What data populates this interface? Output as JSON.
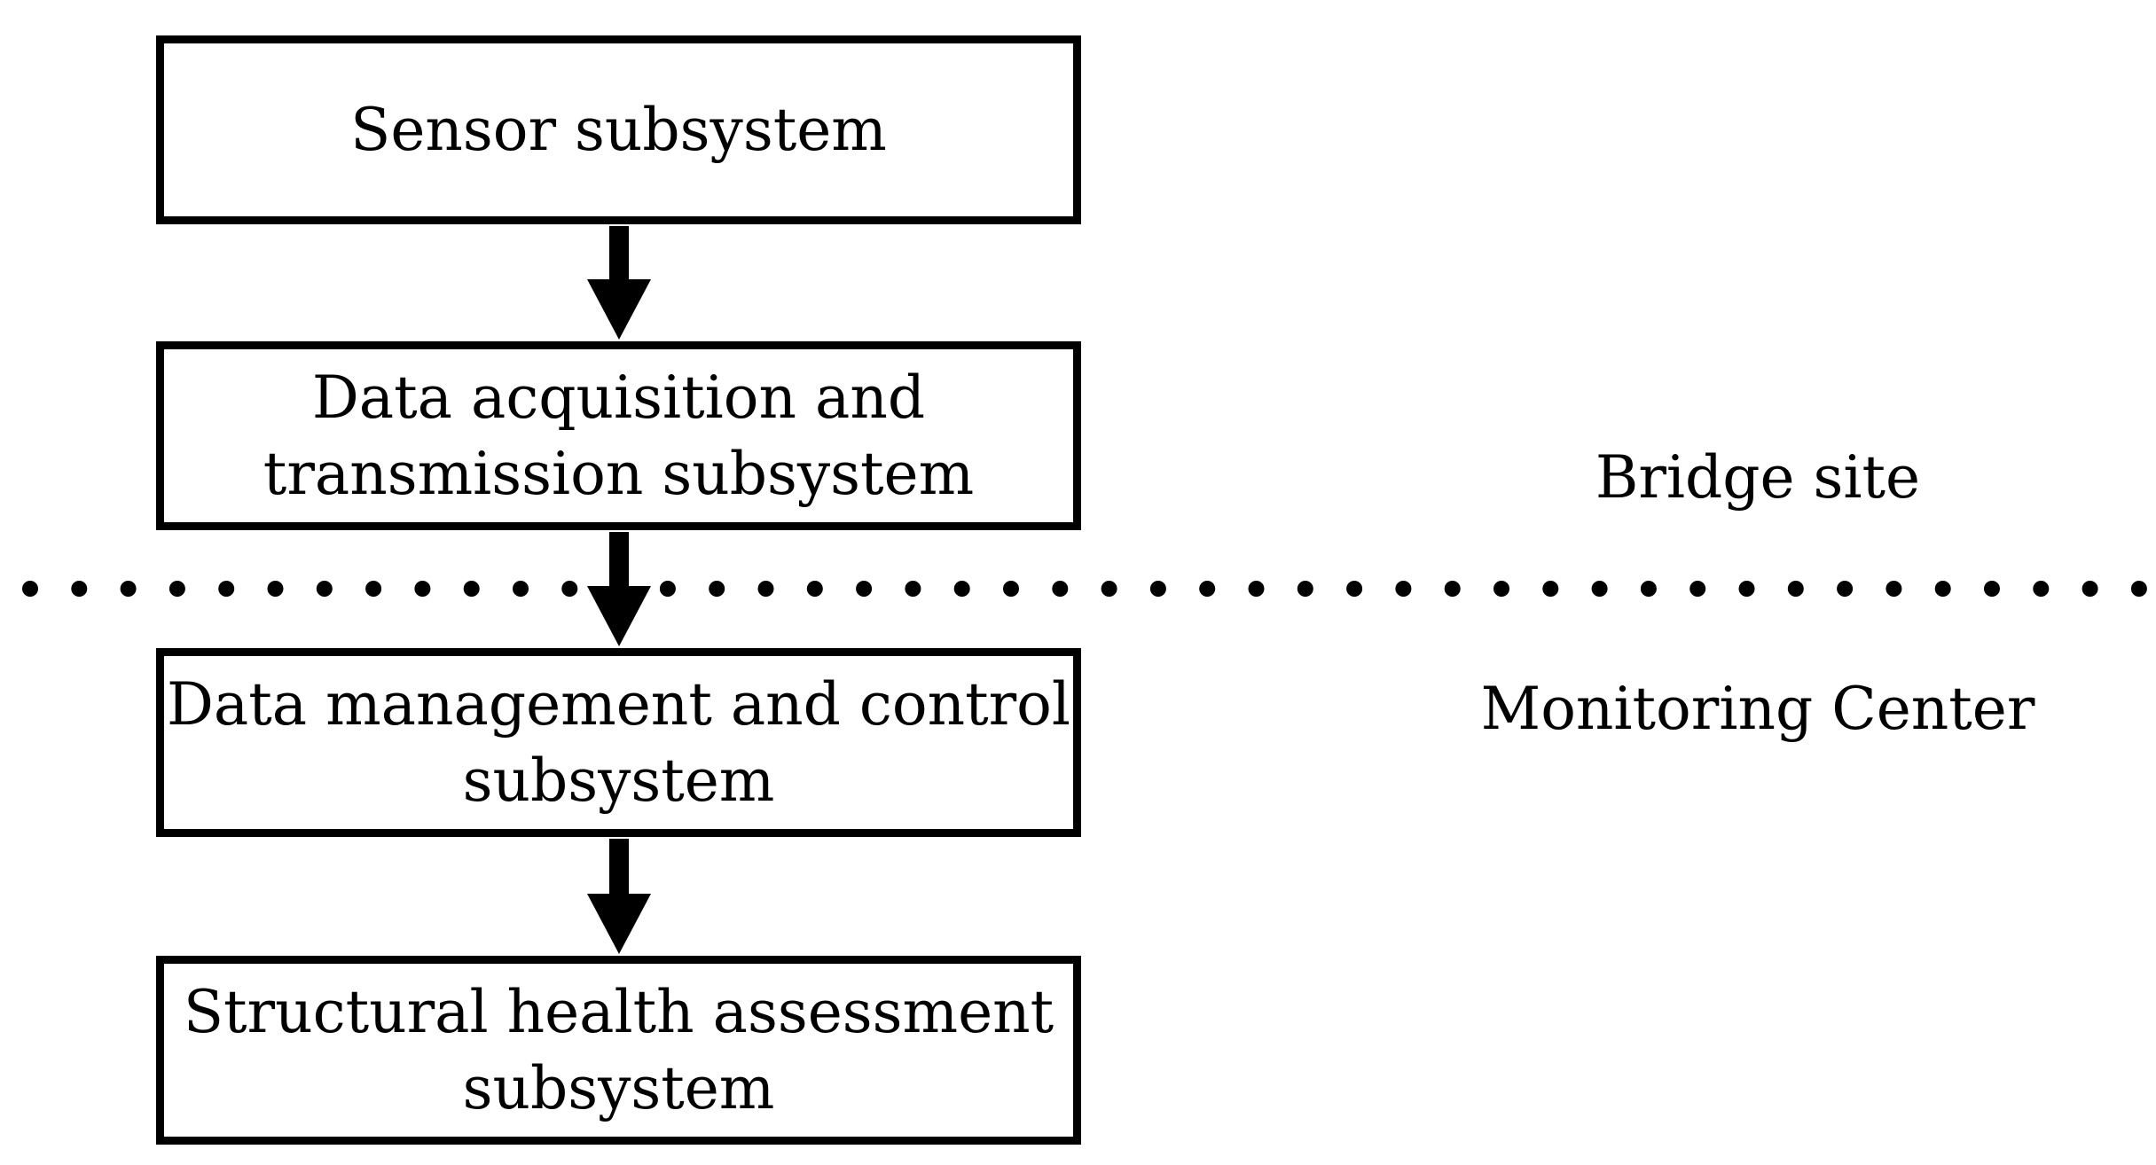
{
  "boxes": [
    {
      "lines": [
        "Sensor subsystem"
      ]
    },
    {
      "lines": [
        "Data acquisition and",
        "transmission subsystem"
      ]
    },
    {
      "lines": [
        "Data management and control",
        "subsystem"
      ]
    },
    {
      "lines": [
        "Structural health assessment",
        "subsystem"
      ]
    }
  ],
  "zones": {
    "bridge_site": "Bridge site",
    "monitoring_center": "Monitoring Center"
  },
  "colors": {
    "stroke": "#000000",
    "background": "#ffffff"
  }
}
